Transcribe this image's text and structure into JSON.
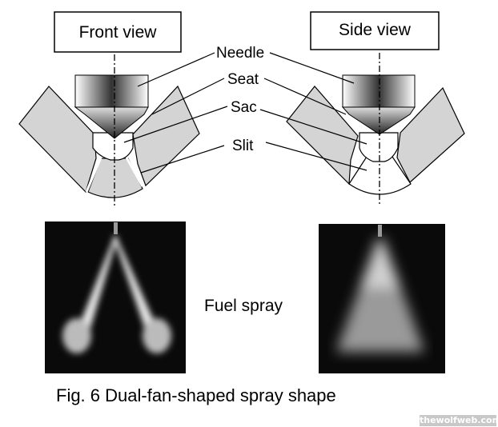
{
  "front_view": {
    "title": "Front view"
  },
  "side_view": {
    "title": "Side view"
  },
  "labels": {
    "needle": "Needle",
    "seat": "Seat",
    "sac": "Sac",
    "slit": "Slit"
  },
  "spray_label": "Fuel spray",
  "caption": "Fig. 6 Dual-fan-shaped spray shape",
  "watermark": "thewolfweb.com"
}
